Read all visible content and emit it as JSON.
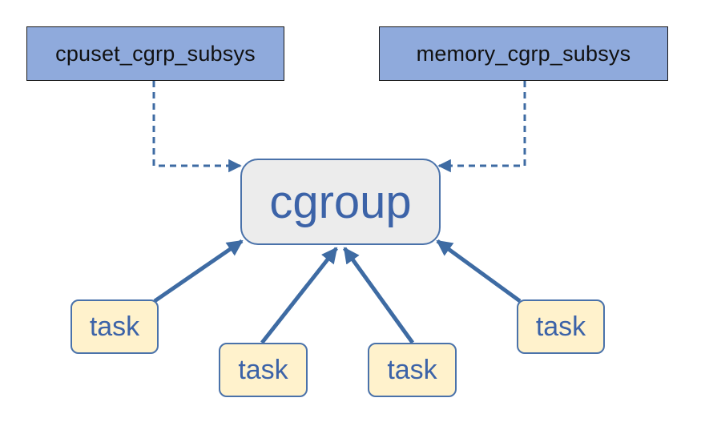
{
  "diagram": {
    "subsystems": [
      {
        "label": "cpuset_cgrp_subsys"
      },
      {
        "label": "memory_cgrp_subsys"
      }
    ],
    "center": {
      "label": "cgroup"
    },
    "tasks": [
      {
        "label": "task"
      },
      {
        "label": "task"
      },
      {
        "label": "task"
      },
      {
        "label": "task"
      }
    ],
    "edges": [
      {
        "from": "cpuset_cgrp_subsys",
        "to": "cgroup",
        "style": "dashed"
      },
      {
        "from": "memory_cgrp_subsys",
        "to": "cgroup",
        "style": "dashed"
      },
      {
        "from": "task",
        "to": "cgroup",
        "style": "solid"
      },
      {
        "from": "task",
        "to": "cgroup",
        "style": "solid"
      },
      {
        "from": "task",
        "to": "cgroup",
        "style": "solid"
      },
      {
        "from": "task",
        "to": "cgroup",
        "style": "solid"
      }
    ],
    "colors": {
      "subsys_fill": "#8faadc",
      "cgroup_fill": "#ececec",
      "task_fill": "#fff2cc",
      "accent": "#4a72aa",
      "text_blue": "#3c63a8"
    }
  }
}
